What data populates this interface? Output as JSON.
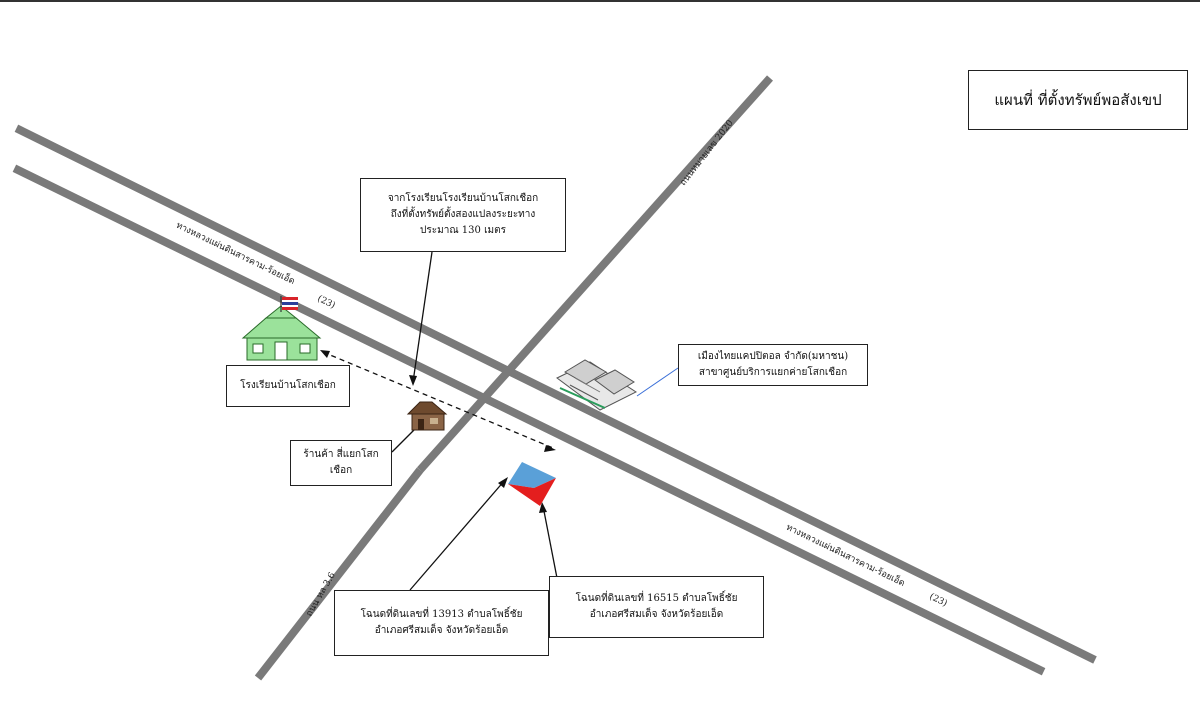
{
  "map": {
    "title": "แผนที่ ที่ตั้งทรัพย์พอสังเขป",
    "roads": {
      "highway_upper": "ทางหลวงแผ่นดินสารคาม-ร้อยเอ็ด",
      "highway_upper_no": "(23)",
      "highway_lower": "ทางหลวงแผ่นดินสารคาม-ร้อยเอ็ด",
      "highway_lower_no": "(23)",
      "road_north": "ถนนหมายเลข 2020",
      "road_south": "ถนน หล 3.6"
    },
    "labels": {
      "distance_note": [
        "จากโรงเรียนโรงเรียนบ้านโสกเชือก",
        "ถึงที่ตั้งทรัพย์ตั้งสองแปลงระยะทาง",
        "ประมาณ 130 เมตร"
      ],
      "school": "โรงเรียนบ้านโสกเชือก",
      "shop": [
        "ร้านค้า สี่แยกโสก",
        "เชือก"
      ],
      "bank": [
        "เมืองไทยแคปปิตอล จำกัด(มหาชน)",
        "สาขาศูนย์บริการแยกค่ายโสกเชือก"
      ],
      "deed_a": [
        "โฉนดที่ดินเลขที่ 13913 ตำบลโพธิ์ชัย",
        "อำเภอศรีสมเด็จ จังหวัดร้อยเอ็ด"
      ],
      "deed_b": [
        "โฉนดที่ดินเลขที่ 16515 ตำบลโพธิ์ชัย",
        "อำเภอศรีสมเด็จ จังหวัดร้อยเอ็ด"
      ]
    },
    "colors": {
      "road": "#7a7a7a",
      "road_edge": "#e6e6e6",
      "school": "#9be29b",
      "plot_blue": "#5aa0d8",
      "plot_red": "#e41e1e",
      "flag_red": "#d8232a",
      "flag_blue": "#2b3f9b"
    }
  }
}
